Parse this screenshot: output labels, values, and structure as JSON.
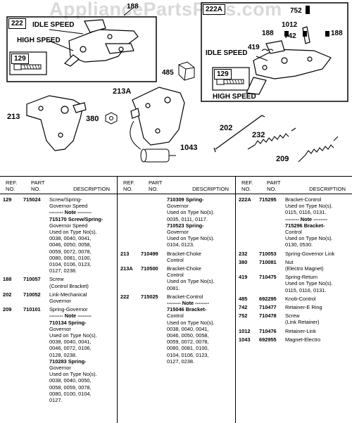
{
  "watermark": "AppliancePartsPros.com",
  "callouts": {
    "left_box_ref": "222",
    "left_idle": "IDLE SPEED",
    "left_high": "HIGH SPEED",
    "left_inner_ref": "129",
    "right_box_ref": "222A",
    "right_idle": "IDLE SPEED",
    "right_high": "HIGH SPEED",
    "right_inner_ref": "129",
    "c188a": "188",
    "c188b": "188",
    "c188c": "188",
    "c752": "752",
    "c1012": "1012",
    "c742": "742",
    "c419": "419",
    "c485": "485",
    "c213A": "213A",
    "c213": "213",
    "c380": "380",
    "c202": "202",
    "c232": "232",
    "c1043": "1043",
    "c209": "209"
  },
  "headers": {
    "ref_l1": "REF.",
    "ref_l2": "NO.",
    "part_l1": "PART",
    "part_l2": "NO.",
    "desc": "DESCRIPTION"
  },
  "columns": [
    {
      "rows": [
        {
          "ref": "129",
          "part": "715024",
          "lines": [
            {
              "t": "Screw/Spring-"
            },
            {
              "t": "Governor Speed"
            },
            {
              "t": "-------- Note --------",
              "b": true
            },
            {
              "t": "715170 Screw/Spring-",
              "b": true
            },
            {
              "t": "Governor Speed"
            },
            {
              "t": "Used on Type No(s)."
            },
            {
              "t": "0038, 0040, 0041,"
            },
            {
              "t": "0046, 0050, 0058,"
            },
            {
              "t": "0059, 0072, 0078,"
            },
            {
              "t": "0080, 0081, 0100,"
            },
            {
              "t": "0104, 0106, 0123,"
            },
            {
              "t": "0127, 0238."
            }
          ]
        },
        {
          "ref": "188",
          "part": "710057",
          "lines": [
            {
              "t": "Screw"
            },
            {
              "t": "(Control Bracket)"
            }
          ]
        },
        {
          "ref": "202",
          "part": "710052",
          "lines": [
            {
              "t": "Link-Mechanical"
            },
            {
              "t": "Governor"
            }
          ]
        },
        {
          "ref": "209",
          "part": "710101",
          "lines": [
            {
              "t": "Spring-Governor"
            },
            {
              "t": "-------- Note --------",
              "b": true
            },
            {
              "t": "710134 Spring-",
              "b": true
            },
            {
              "t": "Governor"
            },
            {
              "t": "Used on Type No(s)."
            },
            {
              "t": "0038, 0040, 0041,"
            },
            {
              "t": "0046, 0072, 0106,"
            },
            {
              "t": "0128, 0238."
            },
            {
              "t": "710283 Spring-",
              "b": true
            },
            {
              "t": "Governor"
            },
            {
              "t": "Used on Type No(s)."
            },
            {
              "t": "0038, 0040, 0050,"
            },
            {
              "t": "0058, 0059, 0078,"
            },
            {
              "t": "0080, 0100, 0104,"
            },
            {
              "t": "0127."
            }
          ]
        }
      ]
    },
    {
      "rows": [
        {
          "ref": "",
          "part": "",
          "lines": [
            {
              "t": "710309 Spring-",
              "b": true
            },
            {
              "t": "Governor"
            },
            {
              "t": "Used on Type No(s)."
            },
            {
              "t": "0035, 0111, 0117."
            },
            {
              "t": "710523 Spring-",
              "b": true
            },
            {
              "t": "Governor"
            },
            {
              "t": "Used on Type No(s)."
            },
            {
              "t": "0104, 0123."
            }
          ]
        },
        {
          "ref": "213",
          "part": "710499",
          "lines": [
            {
              "t": "Bracket-Choke"
            },
            {
              "t": "Control"
            }
          ]
        },
        {
          "ref": "213A",
          "part": "710500",
          "lines": [
            {
              "t": "Bracket-Choke"
            },
            {
              "t": "Control"
            },
            {
              "t": "Used on Type No(s)."
            },
            {
              "t": "0081."
            }
          ]
        },
        {
          "ref": "222",
          "part": "715025",
          "lines": [
            {
              "t": "Bracket-Control"
            },
            {
              "t": "-------- Note --------",
              "b": true
            },
            {
              "t": "715046 Bracket-",
              "b": true
            },
            {
              "t": "Control"
            },
            {
              "t": "Used on Type No(s)."
            },
            {
              "t": "0038, 0040, 0041,"
            },
            {
              "t": "0046, 0050, 0058,"
            },
            {
              "t": "0059, 0072, 0078,"
            },
            {
              "t": "0080, 0081, 0100,"
            },
            {
              "t": "0104, 0106, 0123,"
            },
            {
              "t": "0127, 0238."
            }
          ]
        }
      ]
    },
    {
      "rows": [
        {
          "ref": "222A",
          "part": "715295",
          "lines": [
            {
              "t": "Bracket-Control"
            },
            {
              "t": "Used on Type No(s)."
            },
            {
              "t": "0115, 0116, 0131."
            },
            {
              "t": "-------- Note --------",
              "b": true
            },
            {
              "t": "715296 Bracket-",
              "b": true
            },
            {
              "t": "Control"
            },
            {
              "t": "Used on Type No(s)."
            },
            {
              "t": "0130, 0530."
            }
          ]
        },
        {
          "ref": "232",
          "part": "710053",
          "lines": [
            {
              "t": "Spring-Governor Link"
            }
          ]
        },
        {
          "ref": "380",
          "part": "710081",
          "lines": [
            {
              "t": "Nut"
            },
            {
              "t": "(Electro Magnet)"
            }
          ]
        },
        {
          "ref": "419",
          "part": "710475",
          "lines": [
            {
              "t": "Spring-Return"
            },
            {
              "t": "Used on Type No(s)."
            },
            {
              "t": "0115, 0116, 0131."
            }
          ]
        },
        {
          "ref": "485",
          "part": "692295",
          "lines": [
            {
              "t": "Knob-Control"
            }
          ]
        },
        {
          "ref": "742",
          "part": "710477",
          "lines": [
            {
              "t": "Retainer-E Ring"
            }
          ]
        },
        {
          "ref": "752",
          "part": "710478",
          "lines": [
            {
              "t": "Screw"
            },
            {
              "t": "(Link Retainer)"
            }
          ]
        },
        {
          "ref": "1012",
          "part": "710476",
          "lines": [
            {
              "t": "Retainer-Link"
            }
          ]
        },
        {
          "ref": "1043",
          "part": "692955",
          "lines": [
            {
              "t": "Magnet-Electro"
            }
          ]
        }
      ]
    }
  ]
}
